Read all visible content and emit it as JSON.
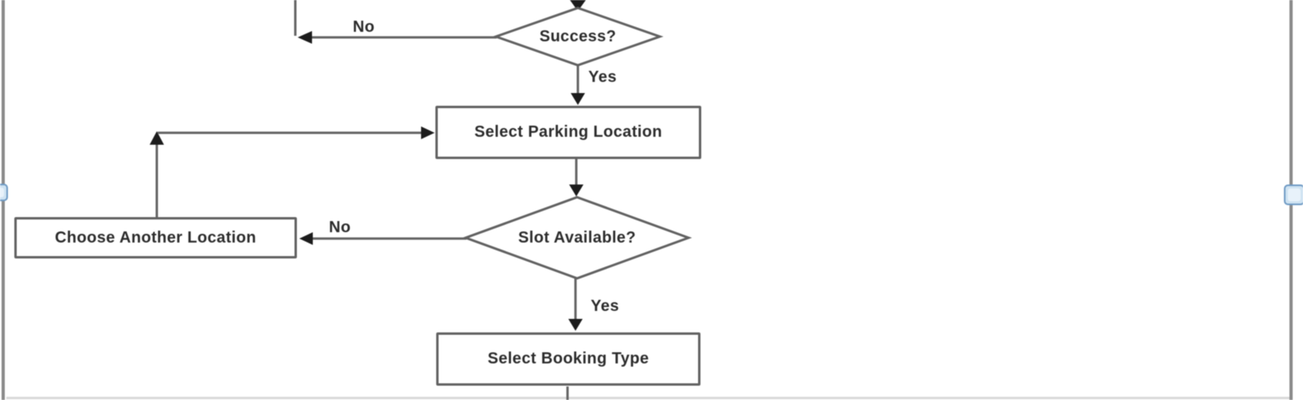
{
  "diagram": {
    "type": "flowchart",
    "nodes": {
      "success": {
        "kind": "decision",
        "label": "Success?"
      },
      "select_parking": {
        "kind": "process",
        "label": "Select Parking Location"
      },
      "slot_available": {
        "kind": "decision",
        "label": "Slot Available?"
      },
      "choose_another": {
        "kind": "process",
        "label": "Choose Another Location"
      },
      "select_booking": {
        "kind": "process",
        "label": "Select Booking Type"
      }
    },
    "edge_labels": {
      "success_no": "No",
      "success_yes": "Yes",
      "slot_no": "No",
      "slot_yes": "Yes"
    },
    "edges": [
      {
        "from": "success",
        "label": "No",
        "to": "offscreen-top"
      },
      {
        "from": "success",
        "label": "Yes",
        "to": "select_parking"
      },
      {
        "from": "select_parking",
        "label": "",
        "to": "slot_available"
      },
      {
        "from": "slot_available",
        "label": "No",
        "to": "choose_another"
      },
      {
        "from": "choose_another",
        "label": "",
        "to": "select_parking"
      },
      {
        "from": "slot_available",
        "label": "Yes",
        "to": "select_booking"
      },
      {
        "from": "select_booking",
        "label": "",
        "to": "offscreen-bottom"
      }
    ],
    "colors": {
      "stroke": "#666666",
      "arrow": "#1c1c1c",
      "text": "#2b2b2b",
      "node_fill": "#ffffff",
      "canvas_border": "#8a8a8a",
      "canvas_border_faint": "#d9d9d9",
      "handle_fill": "#cfe3f2",
      "handle_border": "#6e9ac4"
    }
  }
}
